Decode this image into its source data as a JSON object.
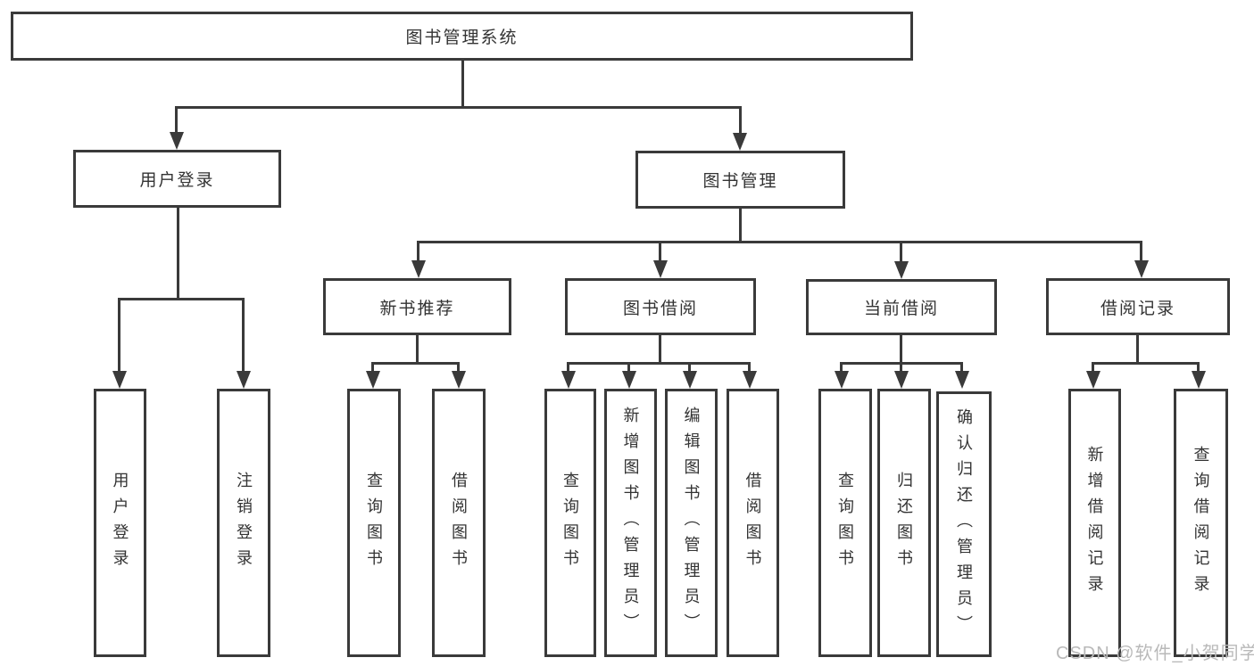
{
  "colors": {
    "line": "#3a3a3a",
    "text": "#333333",
    "background": "#ffffff",
    "watermark": "#b9b9b9"
  },
  "watermark": {
    "text": "CSDN @软件_小贺同学"
  },
  "tree": {
    "root": {
      "label": "图书管理系统"
    },
    "level1": [
      {
        "label": "用户登录",
        "children": [
          {
            "label": "用户登录"
          },
          {
            "label": "注销登录"
          }
        ]
      },
      {
        "label": "图书管理",
        "children": [
          {
            "label": "新书推荐",
            "children": [
              {
                "label": "查询图书"
              },
              {
                "label": "借阅图书"
              }
            ]
          },
          {
            "label": "图书借阅",
            "children": [
              {
                "label": "查询图书"
              },
              {
                "label": "新增图书（管理员）"
              },
              {
                "label": "编辑图书（管理员）"
              },
              {
                "label": "借阅图书"
              }
            ]
          },
          {
            "label": "当前借阅",
            "children": [
              {
                "label": "查询图书"
              },
              {
                "label": "归还图书"
              },
              {
                "label": "确认归还（管理员）"
              }
            ]
          },
          {
            "label": "借阅记录",
            "children": [
              {
                "label": "新增借阅记录"
              },
              {
                "label": "查询借阅记录"
              }
            ]
          }
        ]
      }
    ]
  }
}
